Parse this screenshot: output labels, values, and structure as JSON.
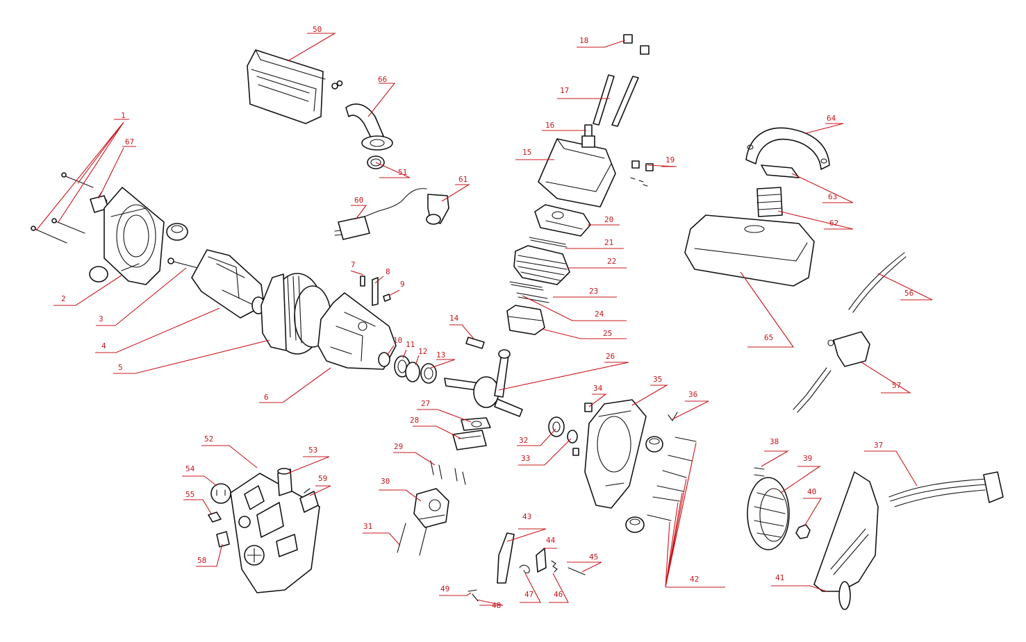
{
  "diagram": {
    "leader_color": "#c8151b",
    "line_color": "#111111",
    "background": "#ffffff",
    "callouts": {
      "c1": "1",
      "c2": "2",
      "c3": "3",
      "c4": "4",
      "c5": "5",
      "c6": "6",
      "c7": "7",
      "c8": "8",
      "c9": "9",
      "c10": "10",
      "c11": "11",
      "c12": "12",
      "c13": "13",
      "c14": "14",
      "c15": "15",
      "c16": "16",
      "c17": "17",
      "c18": "18",
      "c19": "19",
      "c20": "20",
      "c21": "21",
      "c22": "22",
      "c23": "23",
      "c24": "24",
      "c25": "25",
      "c26": "26",
      "c27": "27",
      "c28": "28",
      "c29": "29",
      "c30": "30",
      "c31": "31",
      "c32": "32",
      "c33": "33",
      "c34": "34",
      "c35": "35",
      "c36": "36",
      "c37": "37",
      "c38": "38",
      "c39": "39",
      "c40": "40",
      "c41": "41",
      "c42": "42",
      "c43": "43",
      "c44": "44",
      "c45": "45",
      "c46": "46",
      "c47": "47",
      "c48": "48",
      "c49": "49",
      "c50": "50",
      "c51": "51",
      "c52": "52",
      "c53": "53",
      "c54": "54",
      "c55": "55",
      "c56": "56",
      "c57": "57",
      "c58": "58",
      "c59": "59",
      "c60": "60",
      "c61": "61",
      "c62": "62",
      "c63": "63",
      "c64": "64",
      "c65": "65",
      "c66": "66",
      "c67": "67"
    }
  }
}
